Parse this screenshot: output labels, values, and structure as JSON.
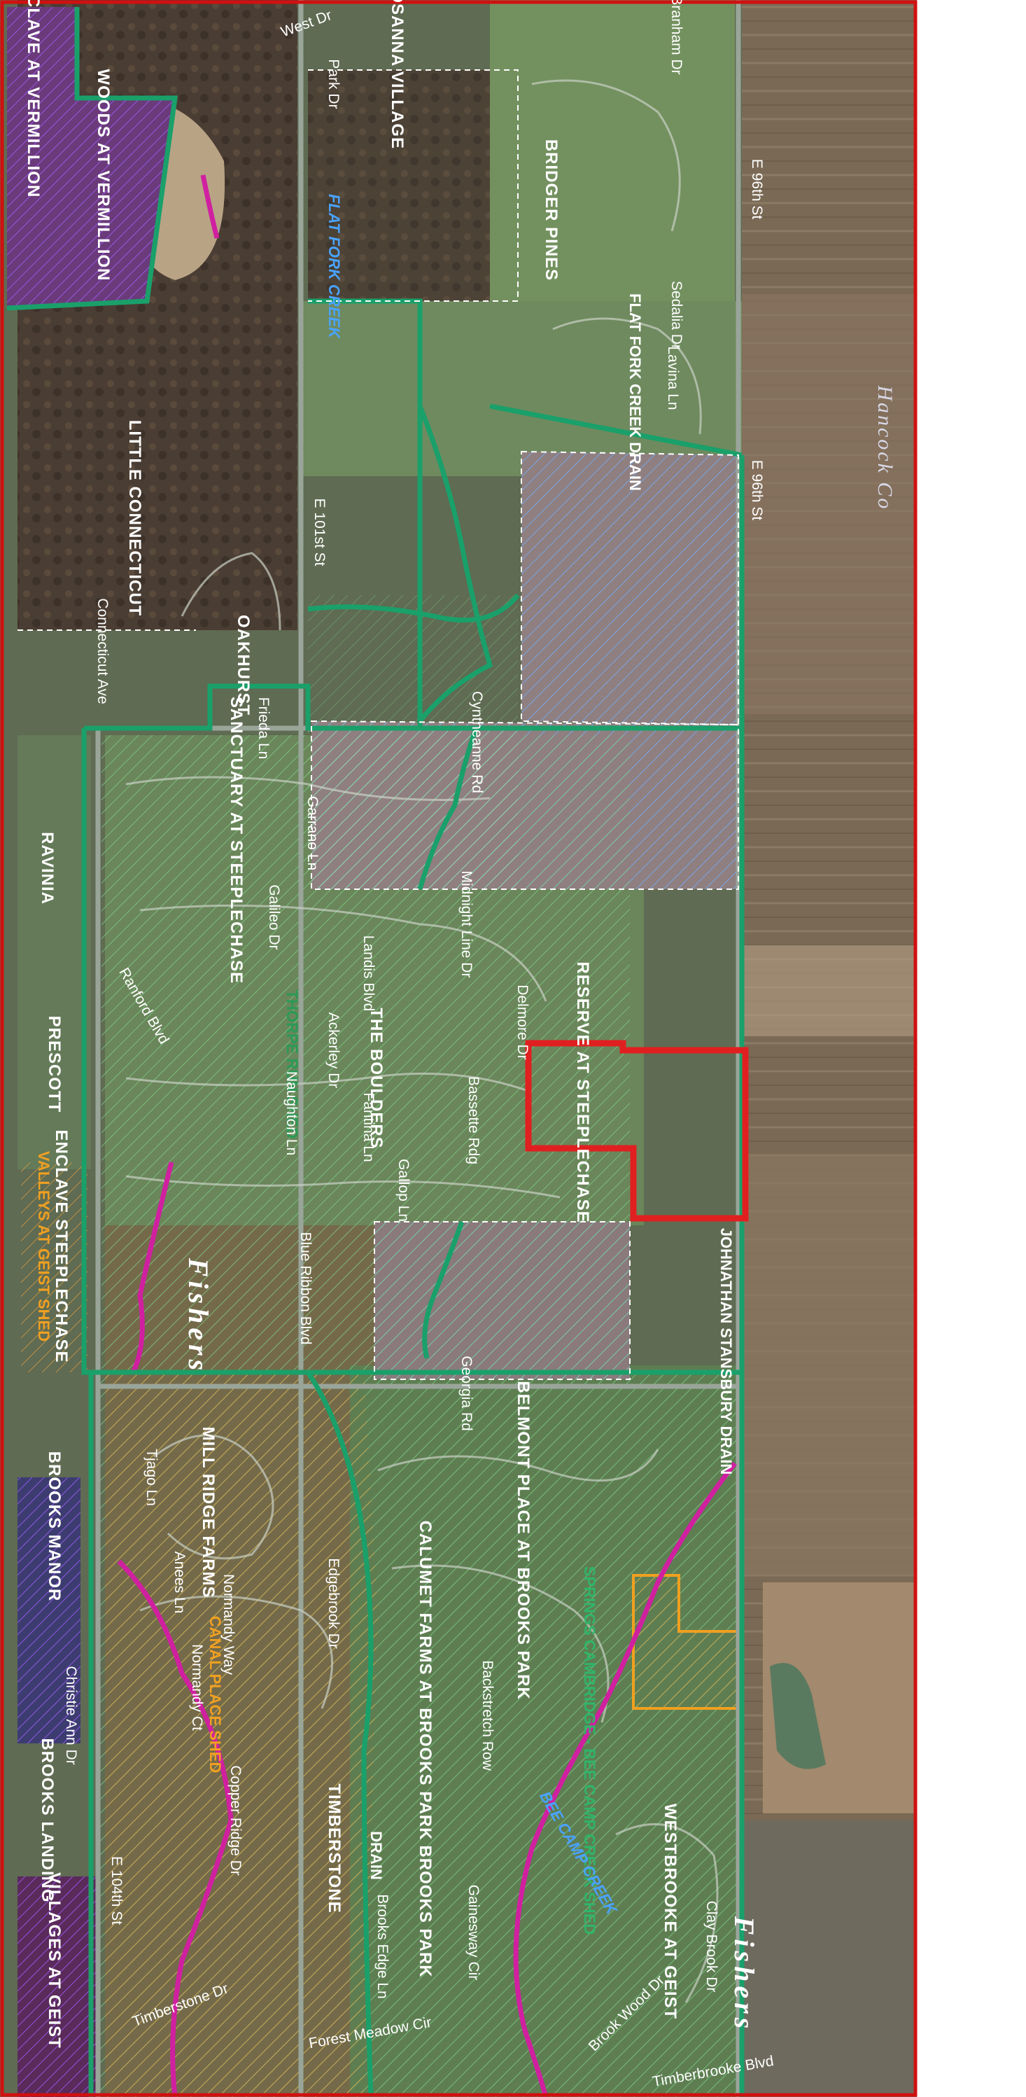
{
  "map": {
    "county_label": "Hancock Co",
    "city_labels": [
      "Fishers",
      "Fishers"
    ],
    "subdivisions": {
      "enclave_vermillion": "ENCLAVE AT VERMILLION",
      "woods_vermillion": "WOODS AT VERMILLION",
      "little_connecticut": "LITTLE CONNECTICUT",
      "oakhurst": "OAKHURST",
      "rosanna_village": "ROSANNA VILLAGE",
      "bridger_pines": "BRIDGER PINES",
      "ravinia": "RAVINIA",
      "prescott": "PRESCOTT",
      "sanctuary": "SANCTUARY AT STEEPLECHASE",
      "the_boulders": "THE BOULDERS",
      "reserve": "RESERVE AT STEEPLECHASE",
      "enclave_steeplechase": "ENCLAVE STEEPLECHASE",
      "brooks_manor": "BROOKS MANOR",
      "mill_ridge": "MILL RIDGE FARMS",
      "belmont": "BELMONT PLACE AT BROOKS PARK",
      "calumet": "CALUMET FARMS AT BROOKS PARK",
      "brooks_landing": "BROOKS LANDING",
      "villages_geist": "VILLAGES AT GEIST",
      "brooks_park": "BROOKS PARK",
      "westbrooke": "WESTBROOKE AT GEIST",
      "timberstone": "TIMBERSTONE"
    },
    "sheds": {
      "thorpe_run": "THORPE RUN SHED",
      "valleys_geist": "VALLEYS AT GEIST SHED",
      "canal_place": "CANAL PLACE SHED",
      "springs_cambridge": "SPRINGS CAMBRIDGE - BEE CAMP CREEK SHED"
    },
    "drains": {
      "flat_fork_drain": "FLAT FORK CREEK DRAIN",
      "johnathan": "JOHNATHAN STANSBURY DRAIN",
      "drain": "DRAIN"
    },
    "creeks": {
      "flat_fork": "FLAT FORK CREEK",
      "bee_camp": "BEE CAMP CREEK"
    },
    "roads": {
      "west_dr": "West Dr",
      "park_dr": "Park Dr",
      "branham_dr": "Branham Dr",
      "e96_top": "E 96th St",
      "e96_mid": "E 96th St",
      "sedalia": "Sedalia Dr",
      "lavina": "Lavina Ln",
      "e101": "E 101st St",
      "connecticut": "Connecticut Ave",
      "frieda": "Frieda Ln",
      "cyntheanne": "Cyntheanne Rd",
      "garrano": "Garrano Ln",
      "galileo": "Galileo Dr",
      "midnight": "Midnight Line Dr",
      "landis": "Landis Blvd",
      "ranford": "Ranford Blvd",
      "ackerley": "Ackerley Dr",
      "delmore": "Delmore Dr",
      "naughton": "Naughton Ln",
      "fantina": "Fantina Ln",
      "bassette": "Bassette Rdg",
      "gallop": "Gallop Ln",
      "blue_ribbon": "Blue Ribbon Blvd",
      "georgia": "Georgia Rd",
      "tjago": "Tjago Ln",
      "anees": "Anees Ln",
      "normandy_way": "Normandy Way",
      "edgebrook": "Edgebrook Dr",
      "normandy_ct": "Normandy Ct",
      "christie": "Christie Ann Dr",
      "backstretch": "Backstretch Row",
      "copper": "Copper Ridge Dr",
      "e104": "E 104th St",
      "brooks_edge": "Brooks Edge Ln",
      "gainesway": "Gainesway Cir",
      "timberstone_dr": "Timberstone Dr",
      "forest_meadow": "Forest Meadow Cir",
      "brook_wood": "Brook Wood Dr",
      "clay_brook": "Clay Brook Dr",
      "timberbrooke": "Timberbrooke Blvd"
    }
  }
}
